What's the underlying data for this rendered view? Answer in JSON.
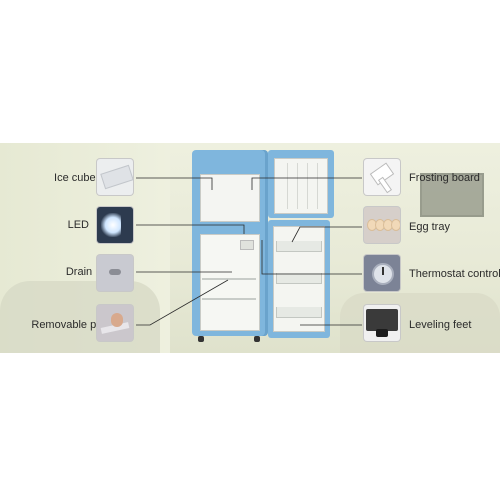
{
  "labels": {
    "ice_cube_tray": "Ice cube tray",
    "led": "LED",
    "drain_hole": "Drain hole",
    "removable_panel": "Removable panel",
    "frosting_board": "Frosting board",
    "egg_tray": "Egg tray",
    "thermostat_control": "Thermostat control",
    "leveling_feet": "Leveling feet"
  },
  "colors": {
    "fridge_body": "#7fb6dd",
    "background_room": "#eef0df",
    "label_text": "#2b2b2b",
    "leader_line": "#2a2a2a"
  },
  "icons": [
    "ice-cube-tray-thumb",
    "led-thumb",
    "drain-hole-thumb",
    "removable-panel-thumb",
    "frosting-board-thumb",
    "egg-tray-thumb",
    "thermostat-control-thumb",
    "leveling-feet-thumb"
  ]
}
